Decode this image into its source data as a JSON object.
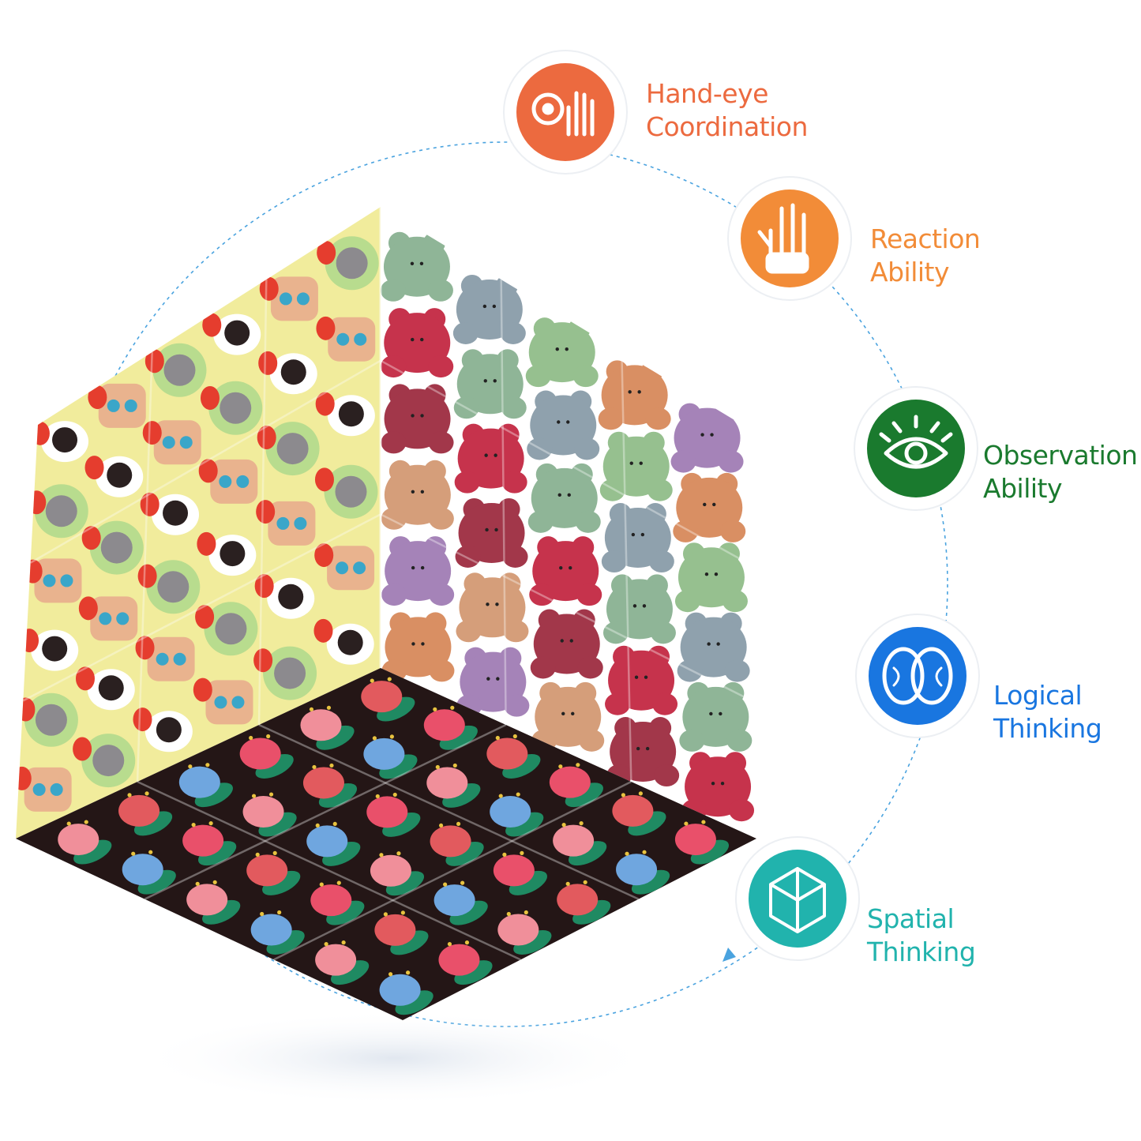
{
  "features": [
    {
      "id": "hand-eye",
      "line1": "Hand-eye",
      "line2": "Coordination",
      "color": "#ec6a3f",
      "icon": "eye-hand-icon"
    },
    {
      "id": "reaction",
      "line1": "Reaction",
      "line2": "Ability",
      "color": "#f28c38",
      "icon": "hand-icon"
    },
    {
      "id": "observation",
      "line1": "Observation",
      "line2": "Ability",
      "color": "#1a7a2e",
      "icon": "eye-icon"
    },
    {
      "id": "logical",
      "line1": "Logical",
      "line2": "Thinking",
      "color": "#1976e0",
      "icon": "brain-icon"
    },
    {
      "id": "spatial",
      "line1": "Spatial",
      "line2": "Thinking",
      "color": "#21b3ad",
      "icon": "cube-icon"
    }
  ],
  "cube_faces": {
    "left": {
      "background": "#f1ec9c",
      "pattern": "cats-and-strawberries"
    },
    "right": {
      "background": "#ffffff",
      "pattern": "colorful-bears"
    },
    "bottom": {
      "background": "#241616",
      "pattern": "flowers"
    }
  },
  "orbit_color": "#4aa3df"
}
